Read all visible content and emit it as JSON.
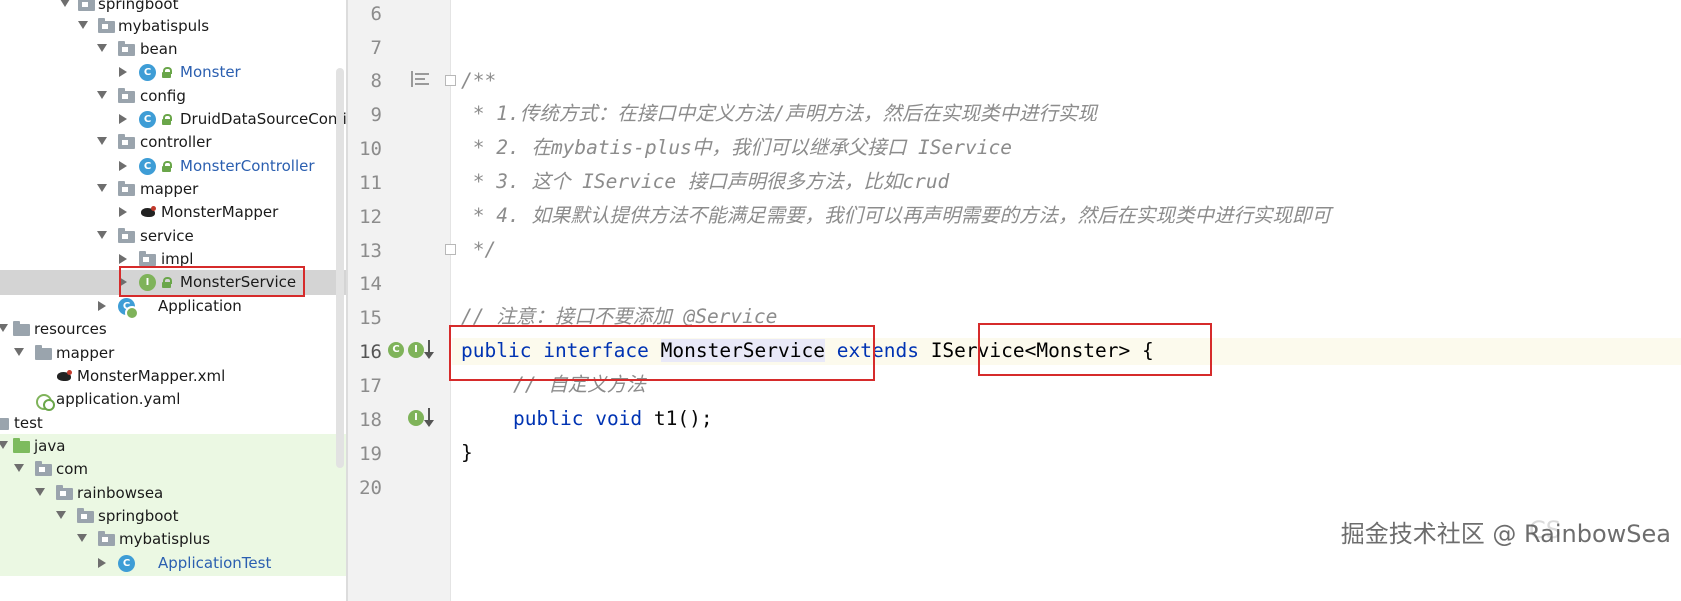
{
  "tree": {
    "items": [
      {
        "label": "springboot",
        "kind": "folder"
      },
      {
        "label": "mybatispuls",
        "kind": "folder"
      },
      {
        "label": "bean",
        "kind": "folder"
      },
      {
        "label": "Monster",
        "kind": "class"
      },
      {
        "label": "config",
        "kind": "folder"
      },
      {
        "label": "DruidDataSourceConfi",
        "kind": "class"
      },
      {
        "label": "controller",
        "kind": "folder"
      },
      {
        "label": "MonsterController",
        "kind": "class"
      },
      {
        "label": "mapper",
        "kind": "folder"
      },
      {
        "label": "MonsterMapper",
        "kind": "mapper"
      },
      {
        "label": "service",
        "kind": "folder"
      },
      {
        "label": "impl",
        "kind": "folder"
      },
      {
        "label": "MonsterService",
        "kind": "interface",
        "selected": true
      },
      {
        "label": "Application",
        "kind": "application"
      },
      {
        "label": "resources",
        "kind": "folder"
      },
      {
        "label": "mapper",
        "kind": "folder"
      },
      {
        "label": "MonsterMapper.xml",
        "kind": "xml"
      },
      {
        "label": "application.yaml",
        "kind": "yaml"
      },
      {
        "label": "test",
        "kind": "folder"
      },
      {
        "label": "java",
        "kind": "folder-green"
      },
      {
        "label": "com",
        "kind": "folder"
      },
      {
        "label": "rainbowsea",
        "kind": "folder"
      },
      {
        "label": "springboot",
        "kind": "folder"
      },
      {
        "label": "mybatisplus",
        "kind": "folder"
      },
      {
        "label": "ApplicationTest",
        "kind": "class"
      }
    ]
  },
  "editor": {
    "line_numbers": [
      "6",
      "7",
      "8",
      "9",
      "10",
      "11",
      "12",
      "13",
      "14",
      "15",
      "16",
      "17",
      "18",
      "19",
      "20"
    ],
    "current_line": "16",
    "code": {
      "l8": "/**",
      "l9": " * 1.传统方式：在接口中定义方法/声明方法，然后在实现类中进行实现",
      "l10": " * 2. 在mybatis-plus中，我们可以继承父接口 IService",
      "l11": " * 3. 这个 IService 接口声明很多方法，比如crud",
      "l12": " * 4. 如果默认提供方法不能满足需要，我们可以再声明需要的方法，然后在实现类中进行实现即可",
      "l13": " */",
      "l15": "// 注意：接口不要添加 @Service",
      "l16_kw1": "public",
      "l16_kw2": "interface",
      "l16_name": "MonsterService",
      "l16_kw3": "extends",
      "l16_super": "IService<Monster>",
      "l16_brace": "{",
      "l17": "// 自定义方法",
      "l18_kw1": "public",
      "l18_kw2": "void",
      "l18_rest": "t1();",
      "l19": "}"
    }
  },
  "watermark": {
    "text": "掘金技术社区 @ RainbowSea",
    "back_text": "CS"
  },
  "colors": {
    "highlight_box": "#d62b2b",
    "keyword": "#0033b3",
    "comment": "#8c8c8c",
    "class_icon": "#3e9dd6",
    "interface_icon": "#7fb35a"
  }
}
